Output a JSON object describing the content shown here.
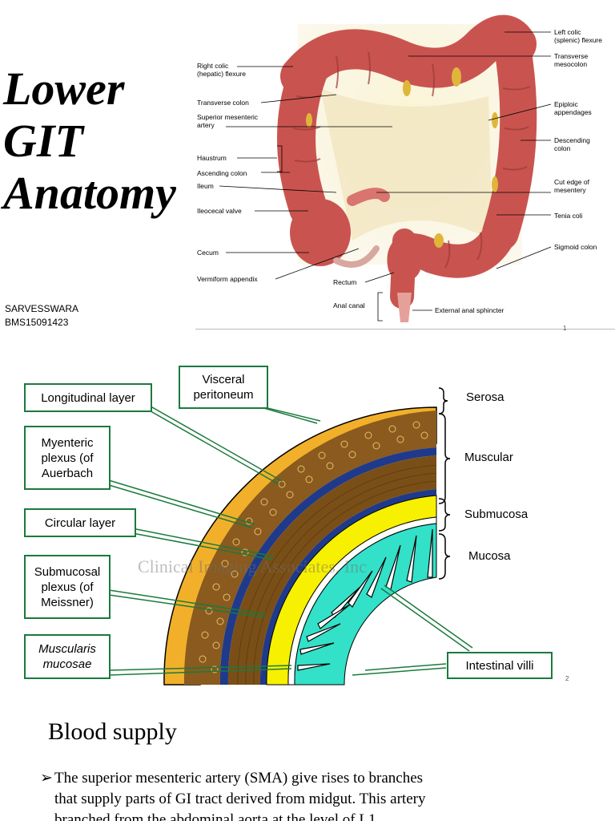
{
  "slide1": {
    "title": [
      "Lower",
      "GIT",
      "Anatomy"
    ],
    "author": [
      "SARVESSWARA",
      "BMS15091423"
    ],
    "page_number": "1",
    "labels_left": [
      "Right colic\n(hepatic) flexure",
      "Transverse colon",
      "Superior mesenteric\nartery",
      "Haustrum",
      "Ascending colon",
      "Ileum",
      "Ileocecal valve",
      "Cecum",
      "Vermiform appendix"
    ],
    "labels_right": [
      "Left colic\n(splenic) flexure",
      "Transverse\nmesocolon",
      "Epiploic\nappendages",
      "Descending\ncolon",
      "Cut edge of\nmesentery",
      "Tenia coli",
      "Sigmoid colon"
    ],
    "labels_bottom": [
      "Rectum",
      "Anal canal",
      "External anal sphincter"
    ]
  },
  "slide2": {
    "page_number": "2",
    "watermark": "Clinical Imaging Associates, Inc",
    "boxes": [
      "Visceral\nperitoneum",
      "Longitudinal layer",
      "Myenteric\nplexus (of\nAuerbach",
      "Circular layer",
      "Submucosal\nplexus (of\nMeissner)",
      "Muscularis\nmucosae",
      "Intestinal villi"
    ],
    "layers": [
      "Serosa",
      "Muscular",
      "Submucosa",
      "Mucosa"
    ]
  },
  "slide3": {
    "heading": "Blood supply",
    "bullet_line1": "The superior mesenteric artery (SMA) give rises to branches",
    "bullet_line2": "that supply parts of GI tract derived from midgut. This artery",
    "bullet_line3": "branched from the abdominal aorta at the level of L1"
  },
  "colors": {
    "colon": "#c9544f",
    "serosa": "#f2b02a",
    "muscle": "#8a5a1e",
    "submucosa": "#f7f000",
    "mucosa": "#33e0c8",
    "box_border": "#1b7a3d"
  }
}
